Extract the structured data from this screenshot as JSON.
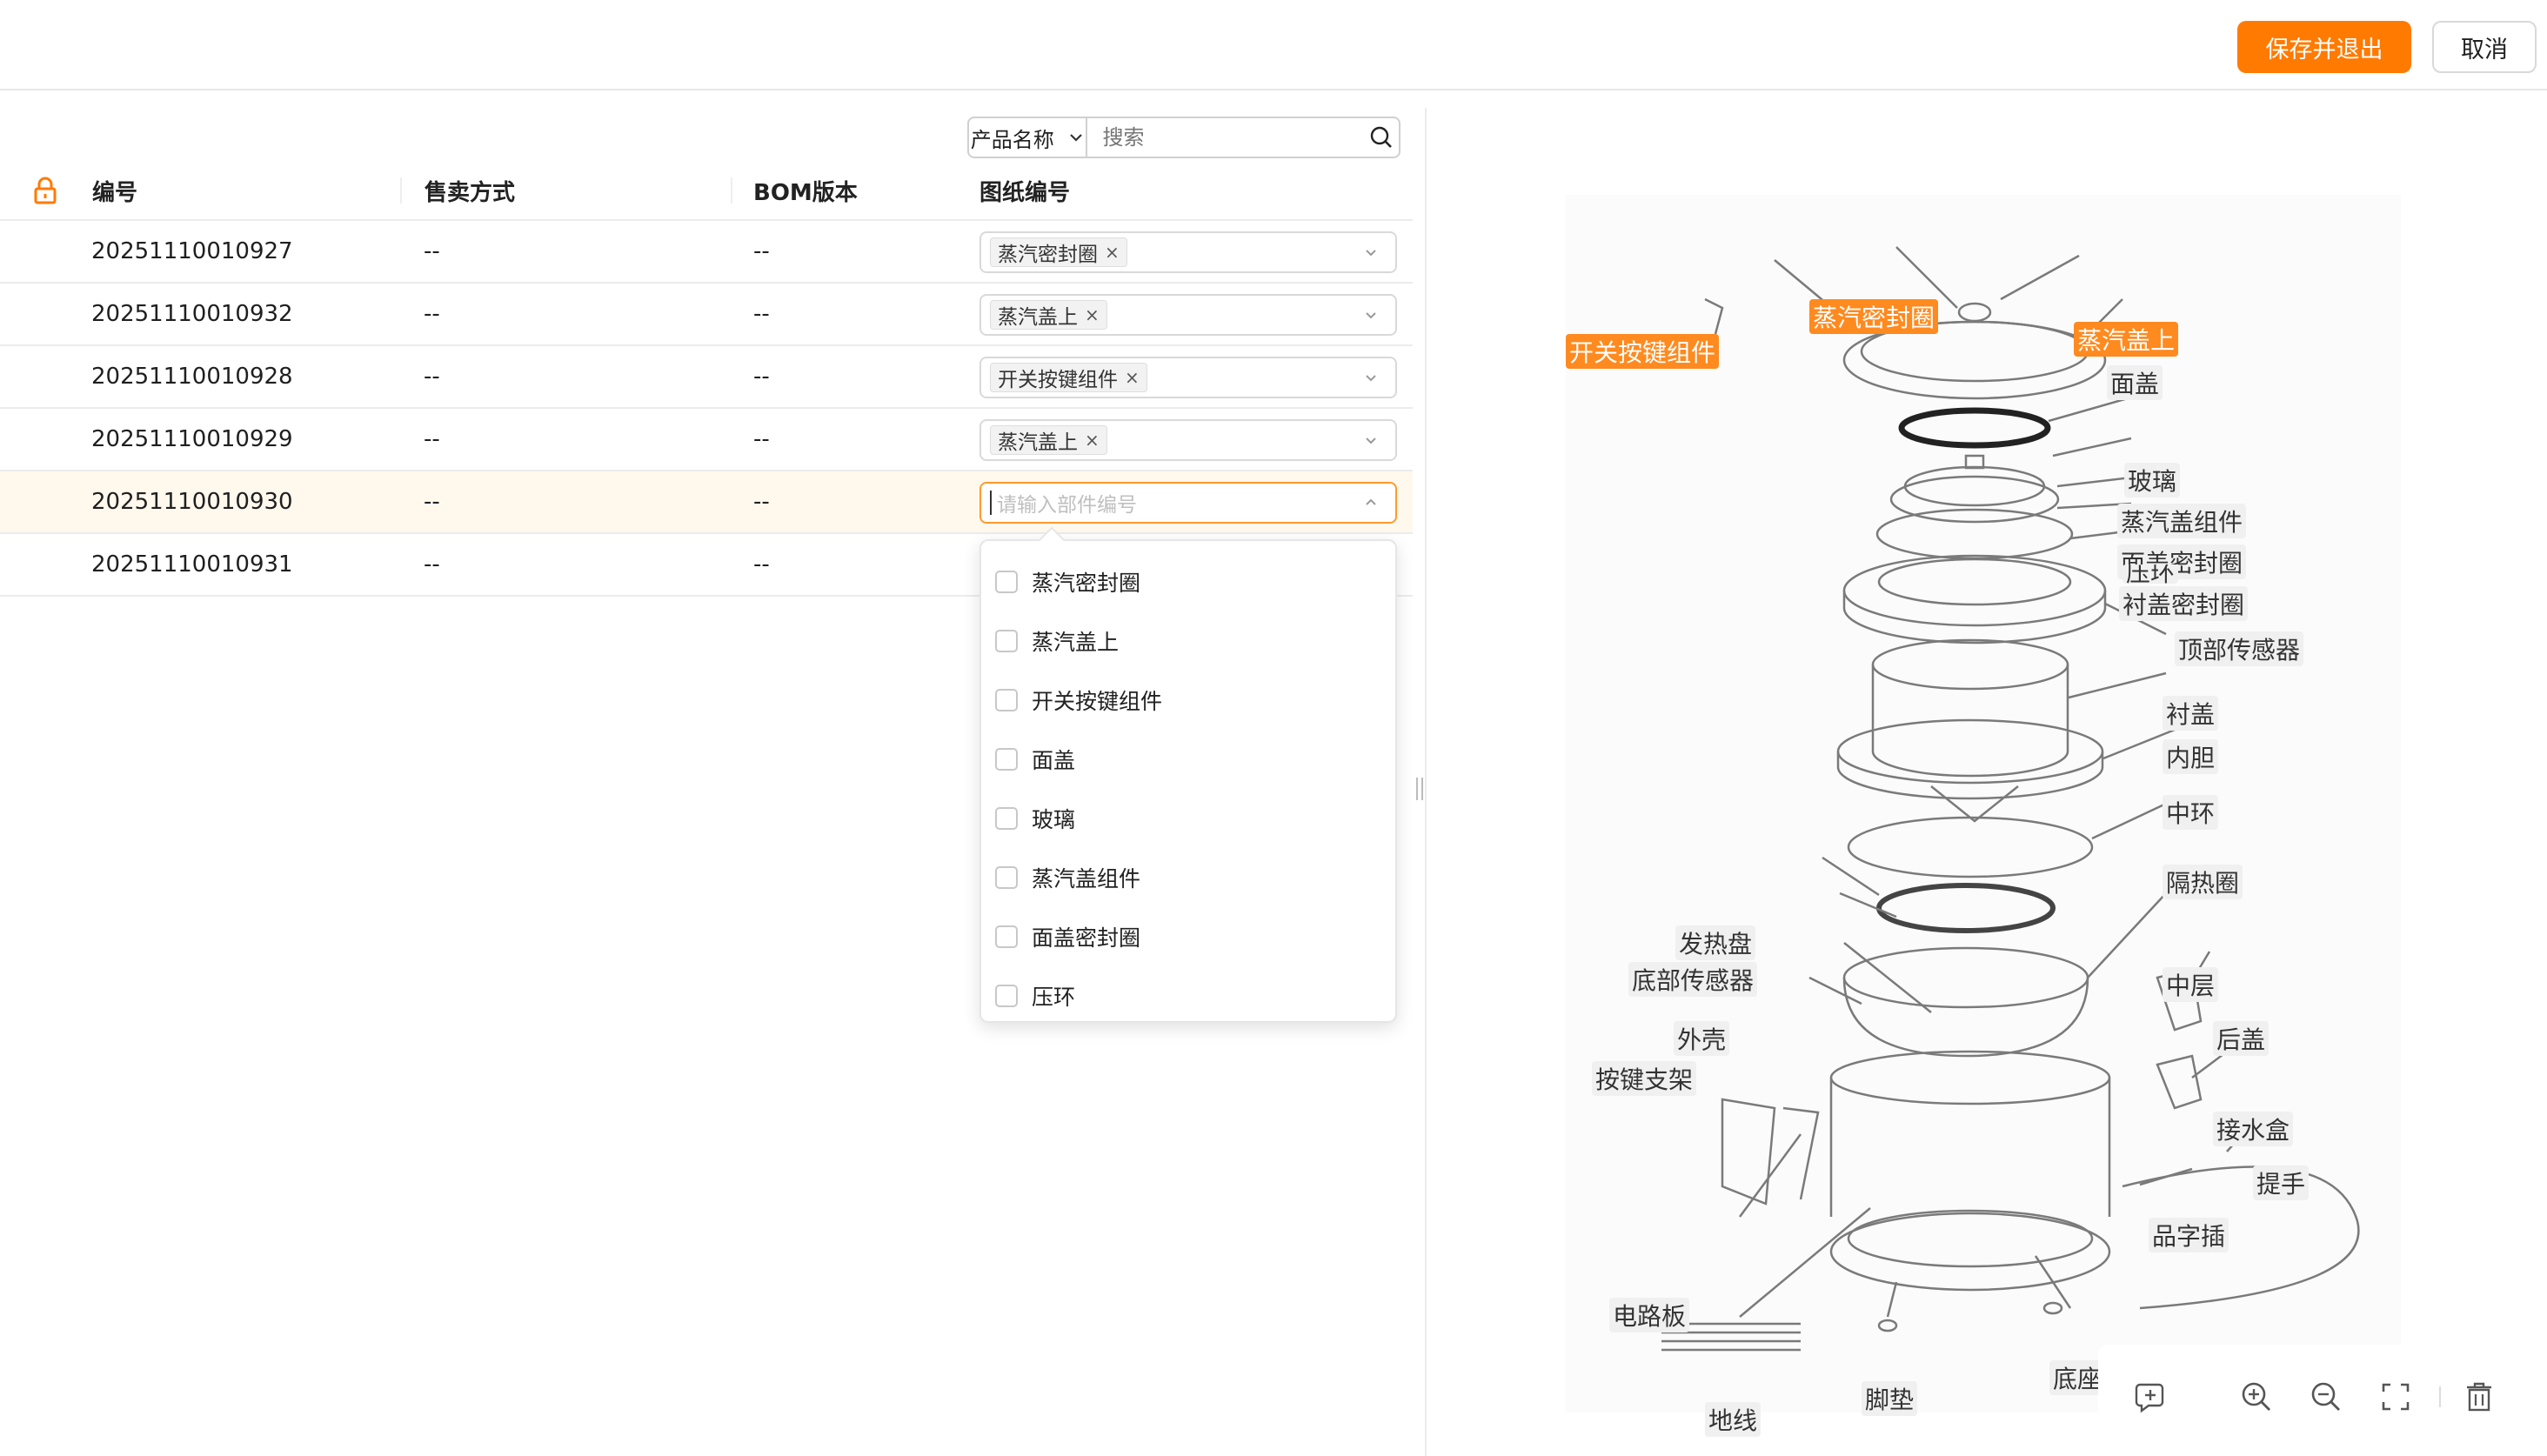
{
  "header": {
    "save_exit": "保存并退出",
    "cancel": "取消"
  },
  "filter": {
    "select_label": "产品名称",
    "search_placeholder": "搜索"
  },
  "table": {
    "columns": [
      "编号",
      "售卖方式",
      "BOM版本",
      "图纸编号"
    ],
    "rows": [
      {
        "id": "20251110010927",
        "sale": "--",
        "bom": "--",
        "tag": "蒸汽密封圈"
      },
      {
        "id": "20251110010932",
        "sale": "--",
        "bom": "--",
        "tag": "蒸汽盖上"
      },
      {
        "id": "20251110010928",
        "sale": "--",
        "bom": "--",
        "tag": "开关按键组件"
      },
      {
        "id": "20251110010929",
        "sale": "--",
        "bom": "--",
        "tag": "蒸汽盖上"
      },
      {
        "id": "20251110010930",
        "sale": "--",
        "bom": "--",
        "placeholder": "请输入部件编号"
      },
      {
        "id": "20251110010931",
        "sale": "--",
        "bom": "--"
      }
    ]
  },
  "dropdown": {
    "options": [
      "蒸汽密封圈",
      "蒸汽盖上",
      "开关按键组件",
      "面盖",
      "玻璃",
      "蒸汽盖组件",
      "面盖密封圈",
      "压环"
    ]
  },
  "diagram": {
    "labels": [
      "开关按键组件",
      "蒸汽密封圈",
      "蒸汽盖上",
      "面盖",
      "玻璃",
      "蒸汽盖组件",
      "面盖密封圈",
      "压环",
      "衬盖密封圈",
      "顶部传感器",
      "衬盖",
      "内胆",
      "中环",
      "隔热圈",
      "发热盘",
      "底部传感器",
      "中层",
      "外壳",
      "后盖",
      "按键支架",
      "接水盒",
      "提手",
      "品字插",
      "电路板",
      "底座",
      "脚垫",
      "地线"
    ]
  },
  "icons": {
    "lock": "lock-icon",
    "chevron": "chevron-down-icon",
    "search": "search-icon"
  },
  "colors": {
    "accent": "#ff7a00",
    "row_highlight": "#fff8ed"
  }
}
